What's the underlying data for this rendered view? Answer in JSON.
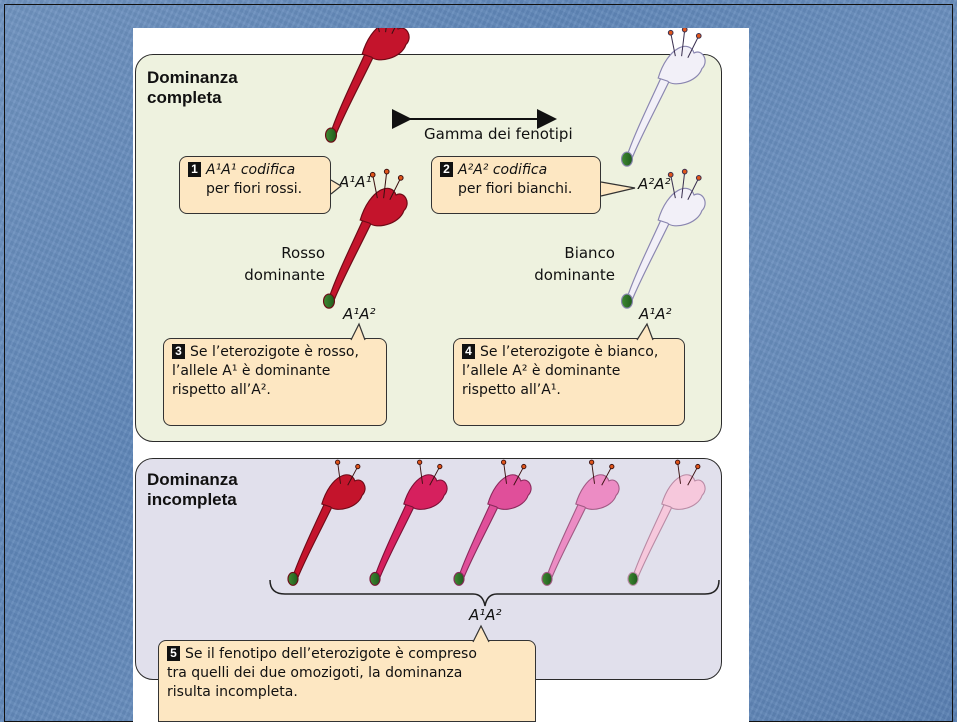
{
  "panel_complete": {
    "title": "Dominanza\ncompleta",
    "range_label": "Gamma dei fenotipi",
    "geno_red": "A¹A¹",
    "geno_white": "A²A²",
    "geno_het_left": "A¹A²",
    "geno_het_right": "A¹A²",
    "dom_red": "Rosso\ndominante",
    "dom_white": "Bianco\ndominante",
    "callout1": {
      "num": "1",
      "lines": [
        "A¹A¹ codifica",
        "per fiori rossi."
      ]
    },
    "callout2": {
      "num": "2",
      "lines": [
        "A²A² codifica",
        "per fiori bianchi."
      ]
    },
    "callout3": {
      "num": "3",
      "lines": [
        "Se l’eterozigote è rosso,",
        "l’allele A¹ è dominante",
        "rispetto all’A²."
      ]
    },
    "callout4": {
      "num": "4",
      "lines": [
        "Se l’eterozigote è bianco,",
        "l’allele A² è dominante",
        "rispetto all’A¹."
      ]
    }
  },
  "panel_incomplete": {
    "title": "Dominanza\nincompleta",
    "geno_het": "A¹A²",
    "callout5": {
      "num": "5",
      "lines": [
        "Se il fenotipo dell’eterozigote è compreso",
        "tra quelli dei due omozigoti, la dominanza",
        "risulta incompleta."
      ]
    }
  },
  "colors": {
    "red": "#c4142c",
    "white": "#f2f0f8",
    "gradient": [
      "#c4142c",
      "#d6205e",
      "#e04f9a",
      "#ec8cc4",
      "#f6c8dc"
    ],
    "stem": "#2f7a2a"
  }
}
